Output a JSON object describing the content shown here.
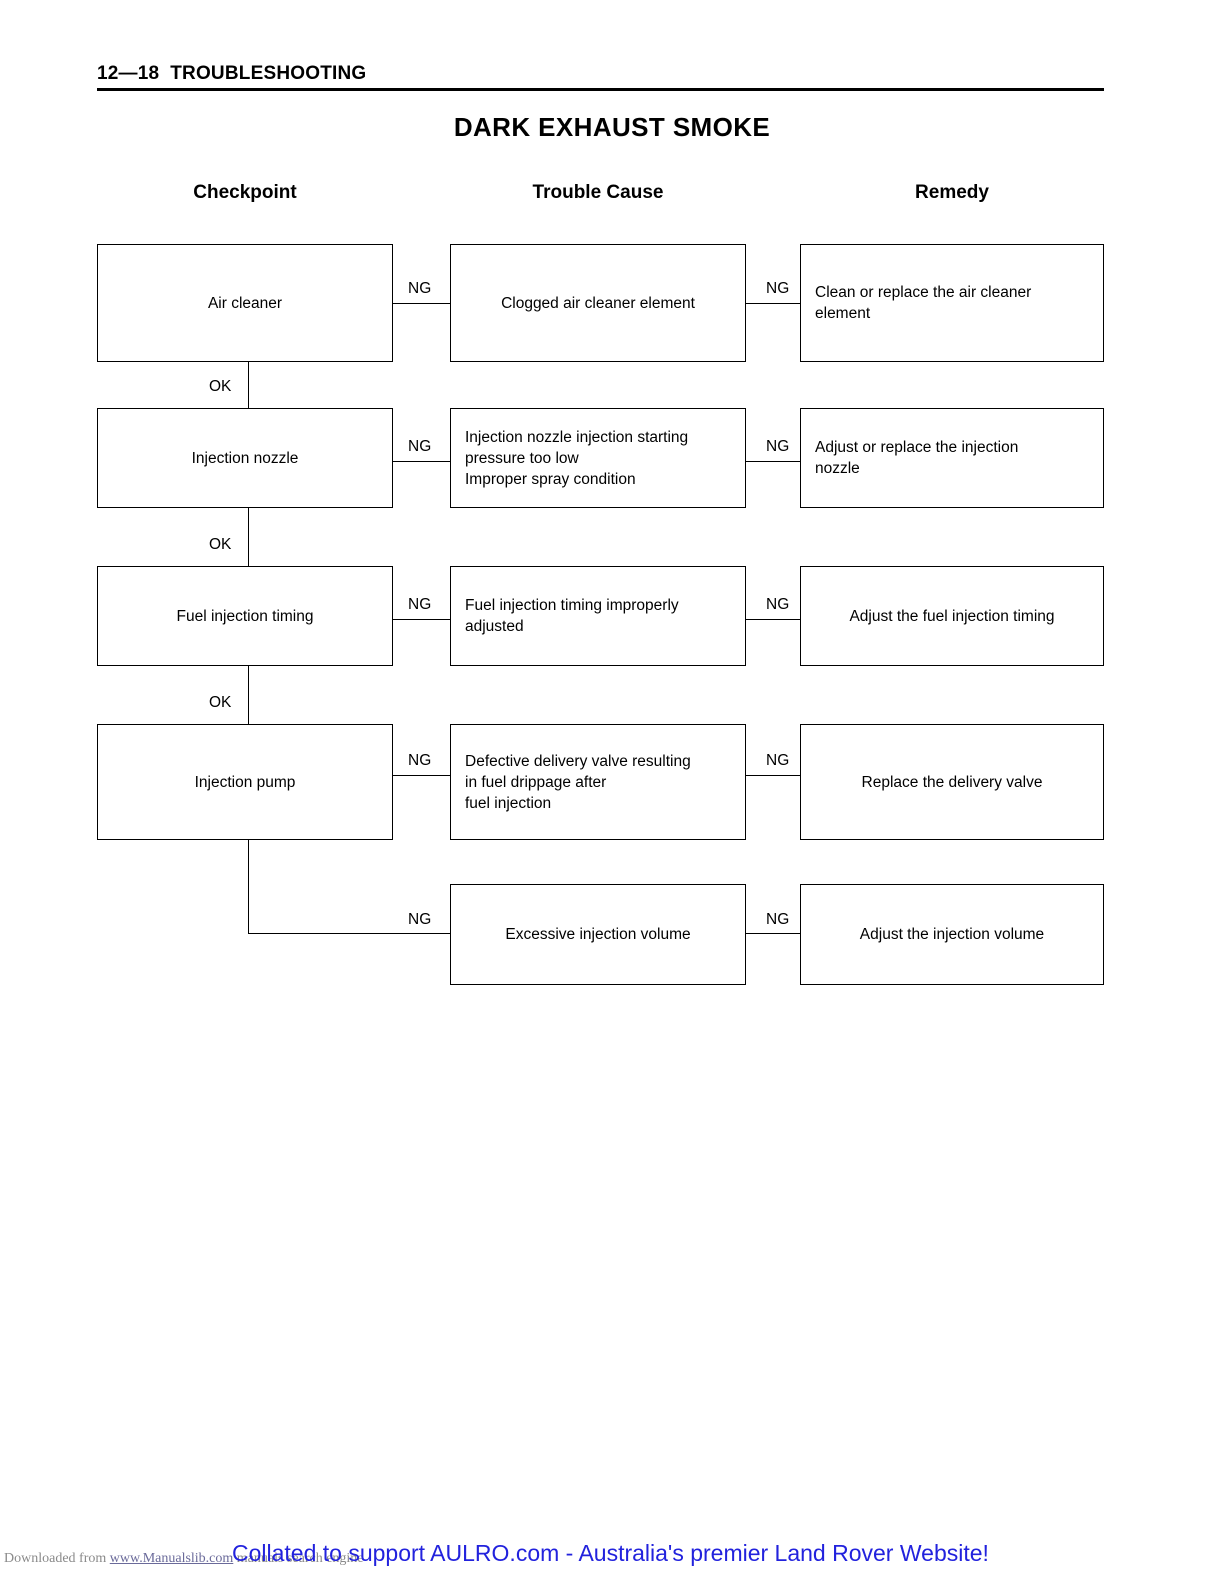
{
  "page": {
    "header": "12—18  TROUBLESHOOTING",
    "title": "DARK EXHAUST SMOKE"
  },
  "columns": {
    "checkpoint": "Checkpoint",
    "cause": "Trouble Cause",
    "remedy": "Remedy"
  },
  "labels": {
    "ng": "NG",
    "ok": "OK"
  },
  "rows": [
    {
      "checkpoint": "Air cleaner",
      "cause": "Clogged air cleaner element",
      "remedy": "Clean or replace the air cleaner\nelement",
      "cause_align": "center",
      "remedy_align": "left",
      "ng1": "NG",
      "ng2": "NG",
      "ok": "OK"
    },
    {
      "checkpoint": "Injection nozzle",
      "cause": "Injection nozzle injection starting\npressure too low\nImproper spray condition",
      "remedy": "Adjust or replace the injection\nnozzle",
      "cause_align": "left",
      "remedy_align": "left",
      "ng1": "NG",
      "ng2": "NG",
      "ok": "OK"
    },
    {
      "checkpoint": "Fuel injection timing",
      "cause": "Fuel injection timing improperly\nadjusted",
      "remedy": "Adjust the fuel injection timing",
      "cause_align": "left",
      "remedy_align": "center",
      "ng1": "NG",
      "ng2": "NG",
      "ok": "OK"
    },
    {
      "checkpoint": "Injection pump",
      "cause": "Defective delivery valve resulting\nin fuel drippage after\nfuel injection",
      "remedy": "Replace the delivery valve",
      "cause_align": "left",
      "remedy_align": "center",
      "ng1": "NG",
      "ng2": "NG",
      "ok": ""
    },
    {
      "checkpoint": "",
      "cause": "Excessive injection volume",
      "remedy": "Adjust the injection volume",
      "cause_align": "center",
      "remedy_align": "center",
      "ng1": "NG",
      "ng2": "NG",
      "ok": ""
    }
  ],
  "footer": {
    "manualslib_prefix": "Downloaded from ",
    "manualslib_link": "www.Manualslib.com",
    "manualslib_suffix": " manuals search engine",
    "aulro": "Collated to support AULRO.com - Australia's premier Land Rover Website!"
  }
}
